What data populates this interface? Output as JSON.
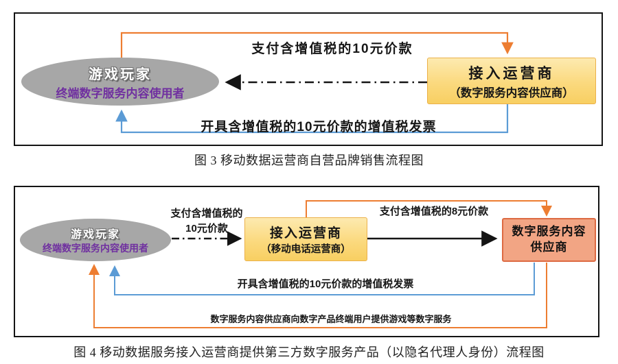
{
  "colors": {
    "orange": "#ED7D31",
    "blue": "#5B9BD5",
    "black": "#141414",
    "ellipse_gray": "#A7A7A7",
    "purple": "#7030A0",
    "yellow_fill_top": "#FDEAB0",
    "yellow_fill_bottom": "#F8CF62",
    "yellow_border": "#EBB049",
    "salmon_fill": "#F2A584",
    "salmon_border": "#DD6A42"
  },
  "figure3": {
    "player": {
      "title": "游戏玩家",
      "subtitle": "终端数字服务内容使用者"
    },
    "operator": {
      "title": "接入运营商",
      "subtitle": "（数字服务内容供应商）"
    },
    "arrow_pay": "支付含增值税的10元价款",
    "arrow_invoice": "开具含增值税的10元价款的增值税发票",
    "caption": "图 3 移动数据运营商自营品牌销售流程图"
  },
  "figure4": {
    "player": {
      "title": "游戏玩家",
      "subtitle": "终端数字服务内容使用者"
    },
    "operator": {
      "title": "接入运营商",
      "subtitle": "（移动电话运营商）"
    },
    "supplier": {
      "line1": "数字服务内容",
      "line2": "供应商"
    },
    "arrow_pay10_line1": "支付含增值税的",
    "arrow_pay10_line2": "10元价款",
    "arrow_pay8": "支付含增值税的8元价款",
    "arrow_invoice": "开具含增值税的10元价款的增值税发票",
    "arrow_service": "数字服务内容供应商向数字产品终端用户提供游戏等数字服务",
    "caption": "图 4 移动数据服务接入运营商提供第三方数字服务产品（以隐名代理人身份）流程图"
  }
}
